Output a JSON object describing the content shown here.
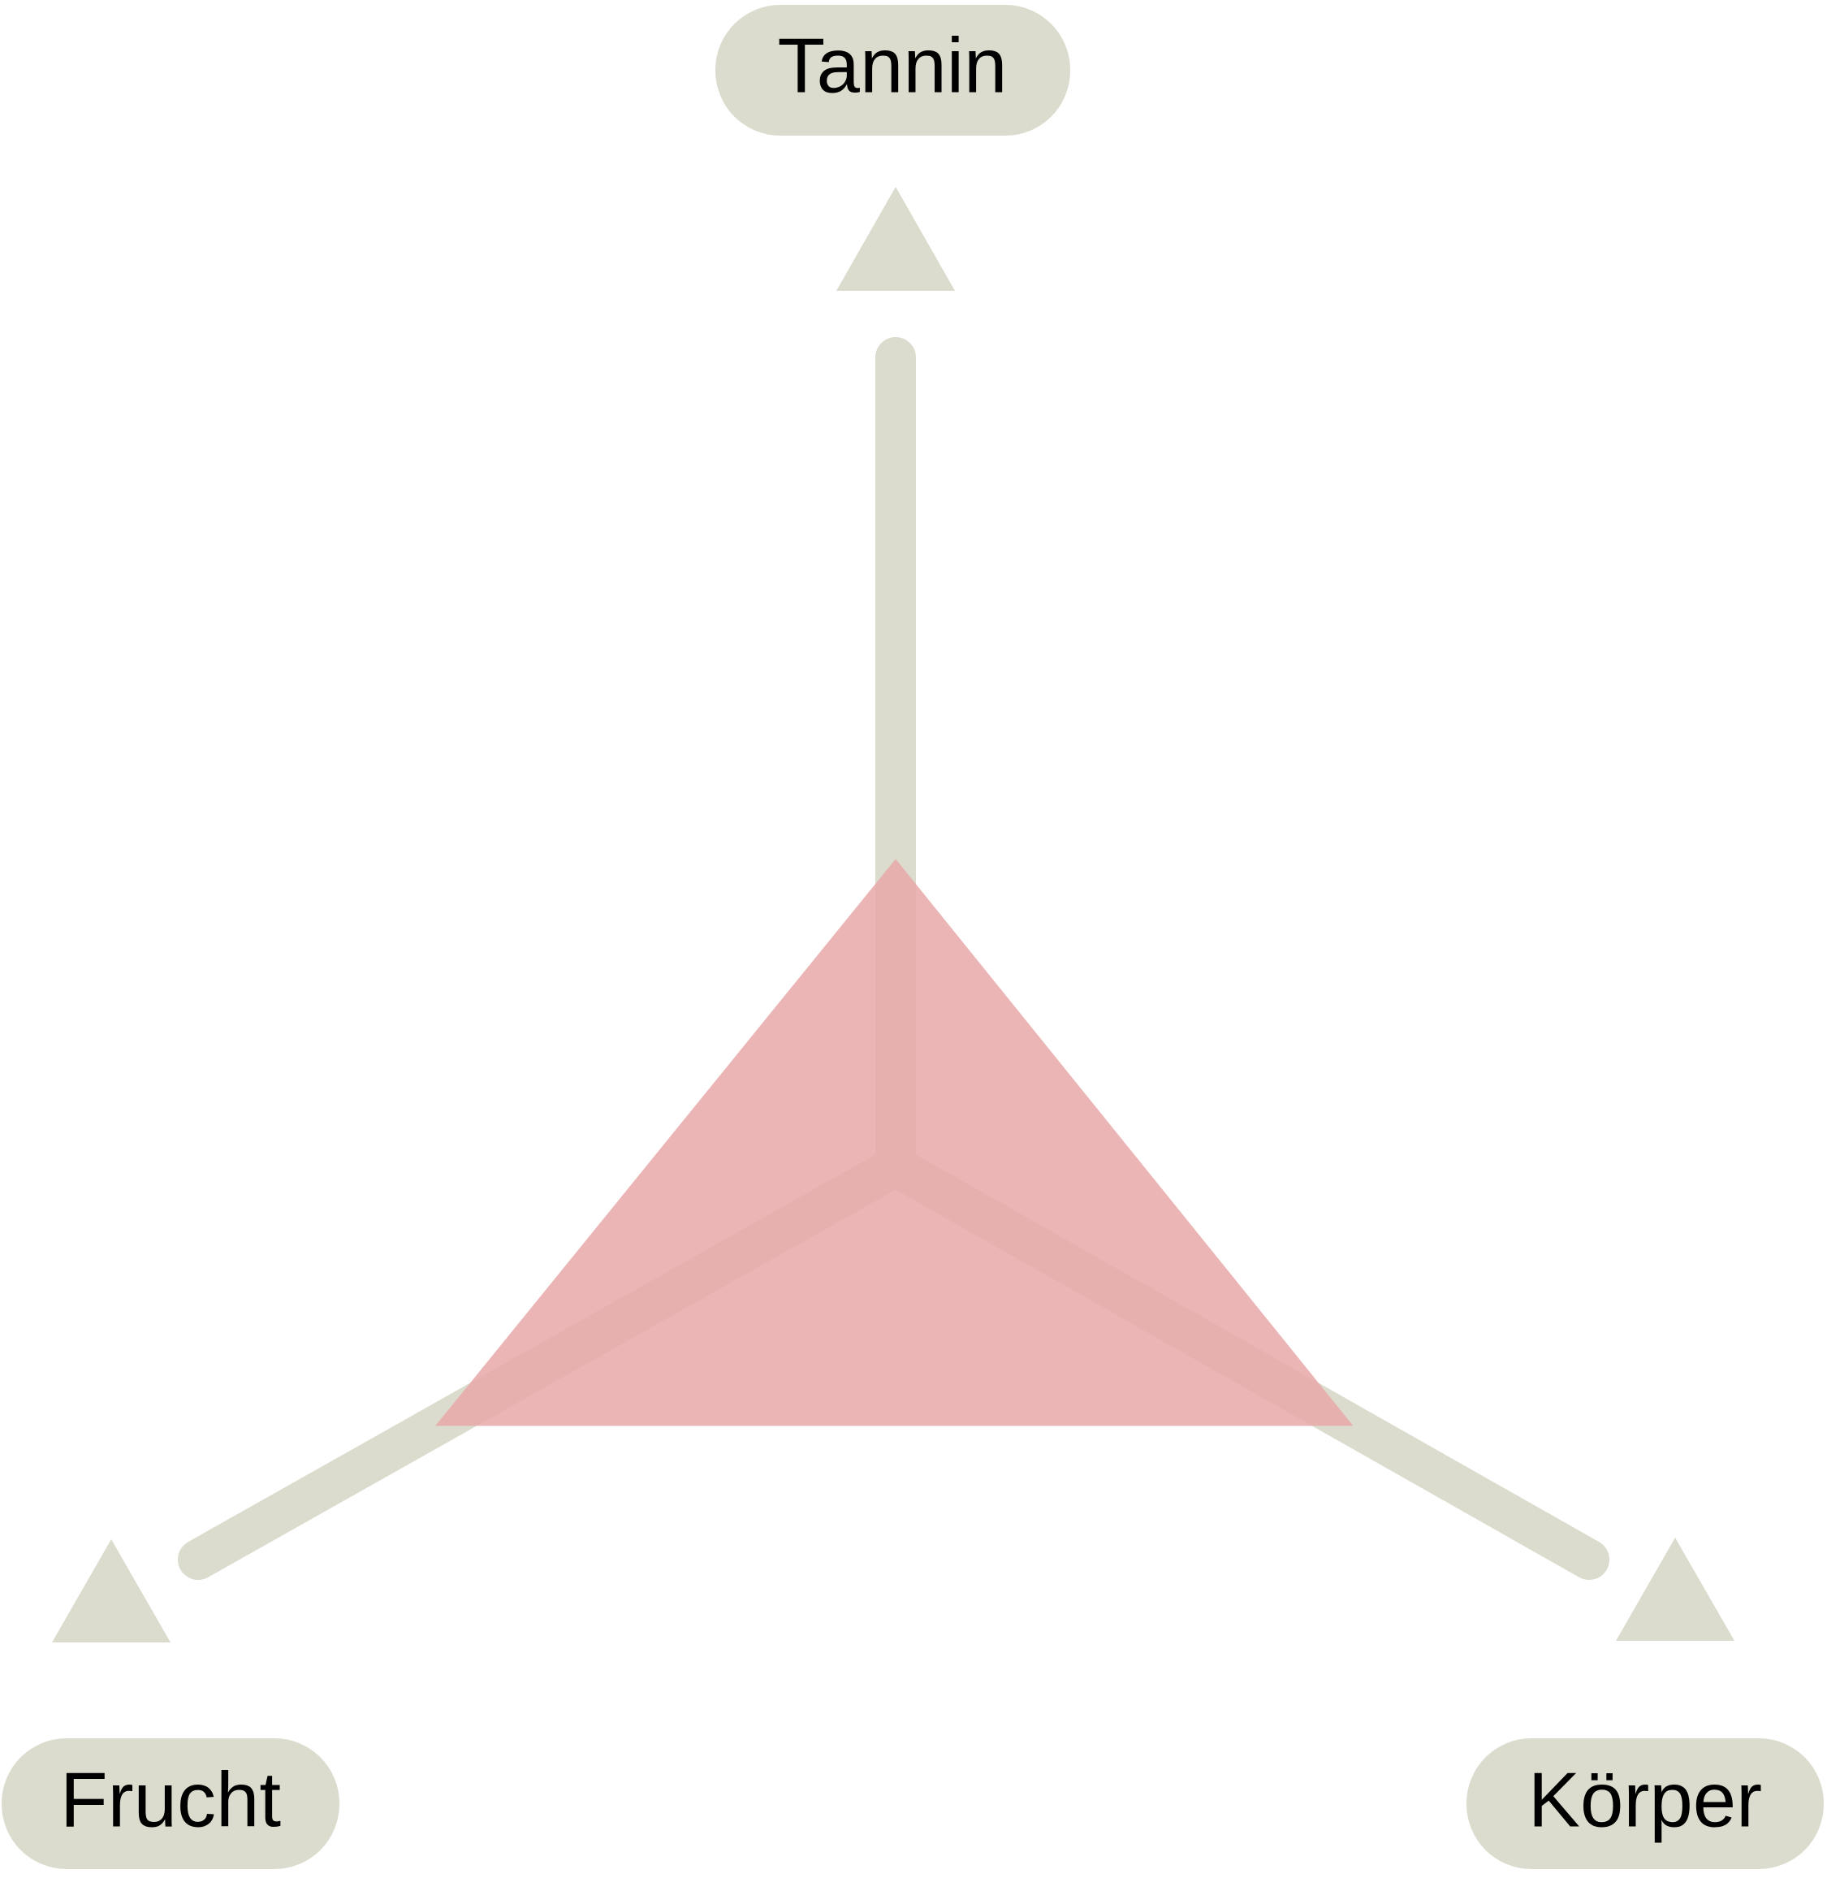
{
  "colors": {
    "background": "#ffffff",
    "axis": "#dbdccd",
    "fill": "#e8a9aa",
    "text": "#000000"
  },
  "axes": [
    {
      "label": "Tannin",
      "arrow_icon": "triangle-up-icon"
    },
    {
      "label": "Frucht",
      "arrow_icon": "triangle-up-icon"
    },
    {
      "label": "Körper",
      "arrow_icon": "triangle-up-icon"
    }
  ],
  "profile": {
    "Tannin": 0.38,
    "Frucht": 0.66,
    "Körper": 0.66
  }
}
